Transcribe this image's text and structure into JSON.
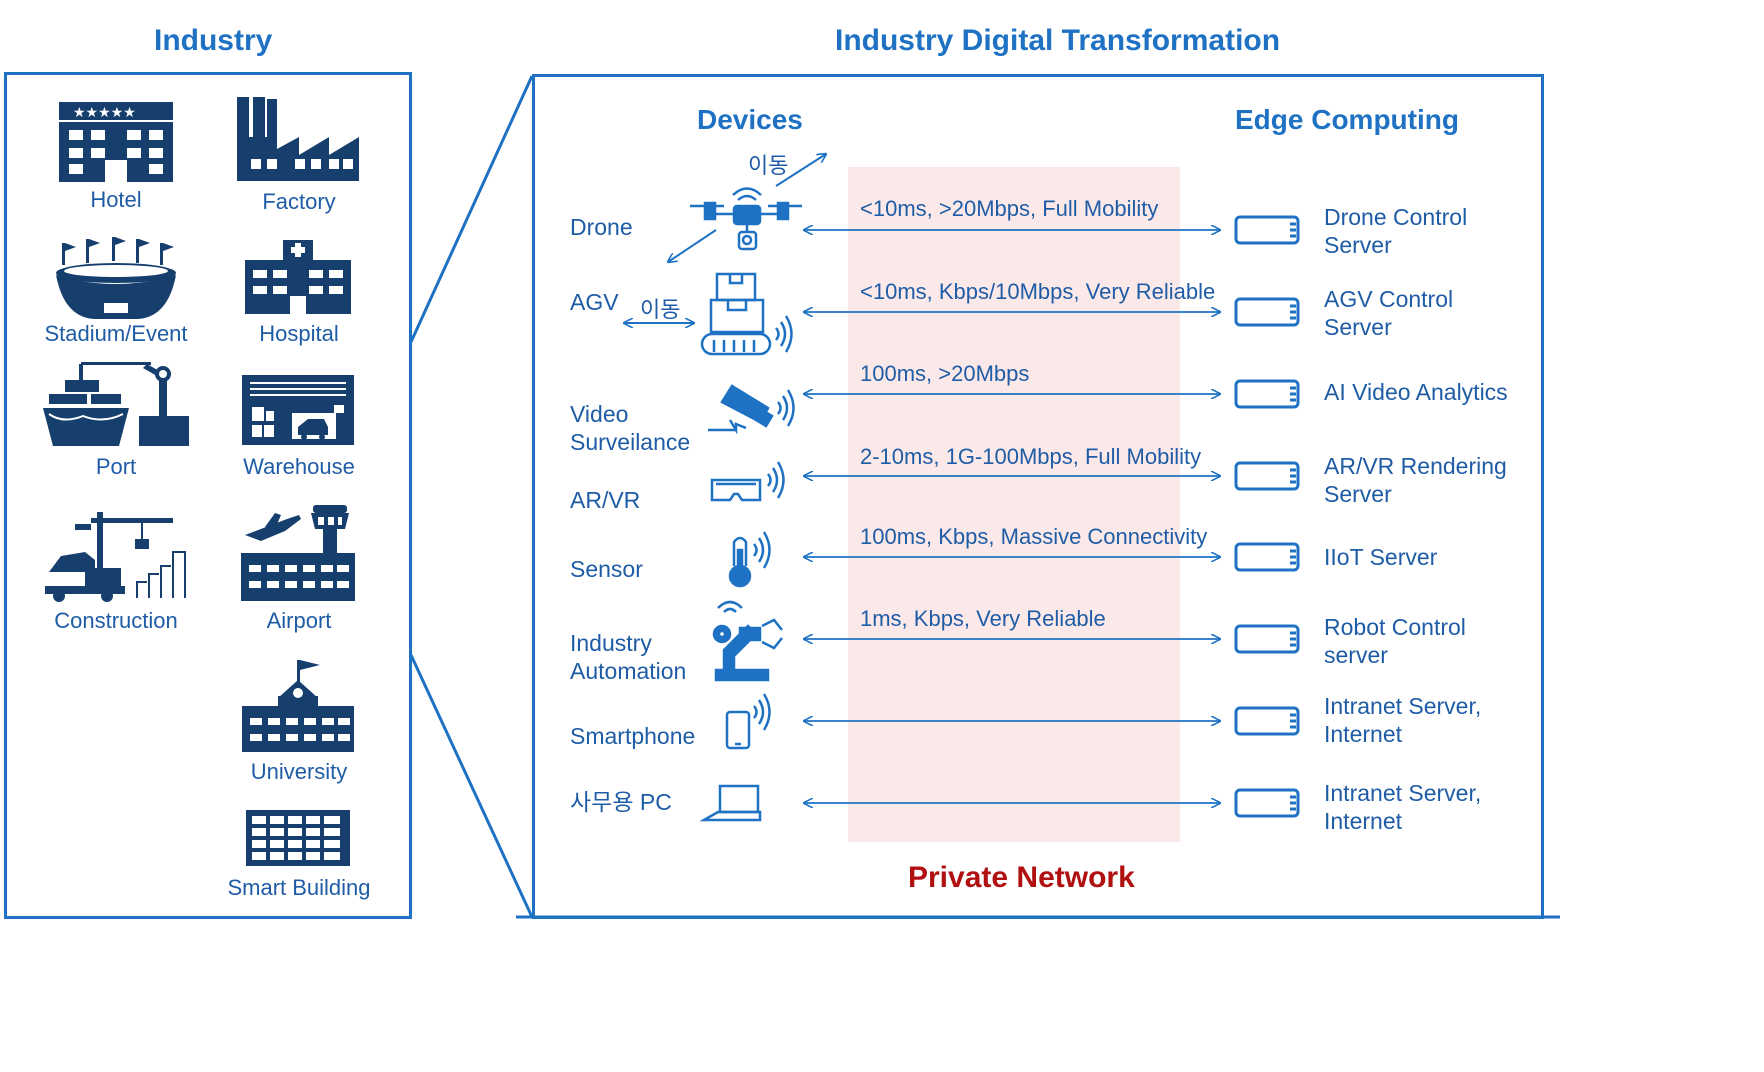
{
  "titles": {
    "industry": "Industry",
    "transformation": "Industry Digital Transformation",
    "devices": "Devices",
    "edge": "Edge Computing",
    "private_network": "Private Network"
  },
  "industries": [
    {
      "label": "Hotel",
      "icon": "hotel-icon"
    },
    {
      "label": "Factory",
      "icon": "factory-icon"
    },
    {
      "label": "Stadium/Event",
      "icon": "stadium-icon"
    },
    {
      "label": "Hospital",
      "icon": "hospital-icon"
    },
    {
      "label": "Port",
      "icon": "port-icon"
    },
    {
      "label": "Warehouse",
      "icon": "warehouse-icon"
    },
    {
      "label": "Construction",
      "icon": "construction-icon"
    },
    {
      "label": "Airport",
      "icon": "airport-icon"
    },
    {
      "label": "University",
      "icon": "university-icon"
    },
    {
      "label": "Smart Building",
      "icon": "smart-building-icon"
    }
  ],
  "move_label": "이동",
  "devices": [
    {
      "label": "Drone",
      "label2": "",
      "spec": "<10ms, >20Mbps, Full Mobility",
      "server": "Drone Control",
      "server2": "Server",
      "icon": "drone-icon"
    },
    {
      "label": "AGV",
      "label2": "",
      "spec": "<10ms, Kbps/10Mbps, Very Reliable",
      "server": "AGV Control",
      "server2": "Server",
      "icon": "agv-icon"
    },
    {
      "label": "Video",
      "label2": "Surveilance",
      "spec": "100ms, >20Mbps",
      "server": "AI Video Analytics",
      "server2": "",
      "icon": "camera-icon"
    },
    {
      "label": "AR/VR",
      "label2": "",
      "spec": "2-10ms, 1G-100Mbps, Full Mobility",
      "server": "AR/VR Rendering",
      "server2": "Server",
      "icon": "vr-headset-icon"
    },
    {
      "label": "Sensor",
      "label2": "",
      "spec": "100ms, Kbps, Massive Connectivity",
      "server": "IIoT Server",
      "server2": "",
      "icon": "thermometer-icon"
    },
    {
      "label": "Industry",
      "label2": "Automation",
      "spec": "1ms, Kbps, Very Reliable",
      "server": "Robot Control",
      "server2": "server",
      "icon": "robot-arm-icon"
    },
    {
      "label": "Smartphone",
      "label2": "",
      "spec": "",
      "server": "Intranet Server,",
      "server2": "Internet",
      "icon": "smartphone-icon"
    },
    {
      "label": "사무용 PC",
      "label2": "",
      "spec": "",
      "server": "Intranet Server,",
      "server2": "Internet",
      "icon": "laptop-icon"
    }
  ],
  "colors": {
    "accent": "#1f72c3",
    "icon": "#163f6e",
    "private_network_band": "#fbe9e9",
    "private_network_text": "#b01010"
  }
}
